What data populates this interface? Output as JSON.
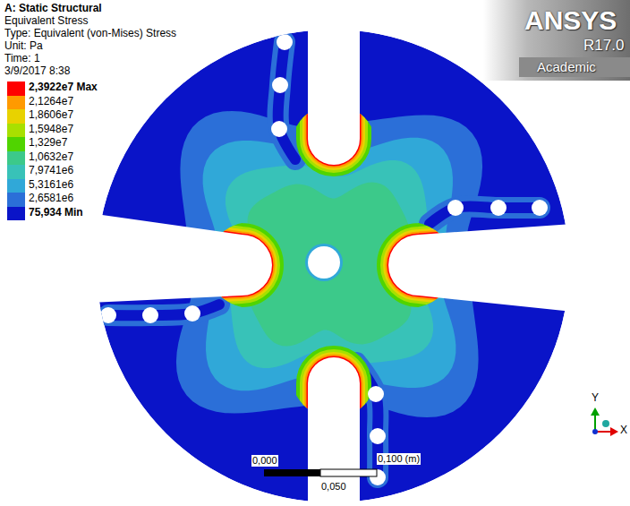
{
  "diagram": {
    "labels": [
      "A: Static Structural",
      "Equivalent Stress",
      "Type: Equivalent (von-Mises) Stress",
      "Unit: Pa",
      "Time: 1",
      "3/9/2017 8:38",
      "ANSYS",
      "R17.0",
      "Academic",
      "0,000",
      "0,100 (m)",
      "0,050",
      "Y",
      "X"
    ],
    "legend": [
      {
        "text": "2,3922e7 Max",
        "color": "#ff0000"
      },
      {
        "text": "2,1264e7",
        "color": "#ff9a00"
      },
      {
        "text": "1,8606e7",
        "color": "#e8d200"
      },
      {
        "text": "1,5948e7",
        "color": "#a8e000"
      },
      {
        "text": "1,329e7",
        "color": "#50d400"
      },
      {
        "text": "1,0632e7",
        "color": "#3cc98a"
      },
      {
        "text": "7,9741e6",
        "color": "#38c2b8"
      },
      {
        "text": "5,3161e6",
        "color": "#30a8d8"
      },
      {
        "text": "2,6581e6",
        "color": "#2b6fd8"
      },
      {
        "text": "75,934 Min",
        "color": "#0a14c8"
      }
    ]
  }
}
